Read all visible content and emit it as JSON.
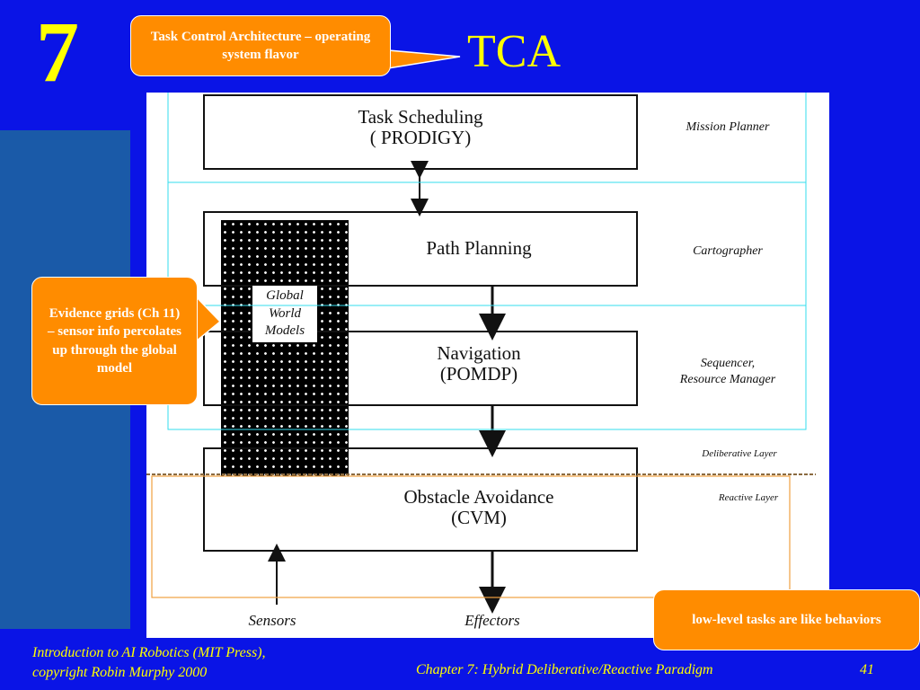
{
  "slide": {
    "chapter_number": "7",
    "title": "TCA",
    "page_number": "41"
  },
  "callouts": {
    "tca": "Task Control Architecture – operating system flavor",
    "evidence": "Evidence grids (Ch 11) – sensor info percolates up through the global model",
    "lowlevel": "low-level tasks are like behaviors"
  },
  "diagram": {
    "boxes": {
      "task_scheduling": {
        "line1": "Task Scheduling",
        "line2": "( PRODIGY)"
      },
      "path_planning": {
        "line1": "Path Planning"
      },
      "navigation": {
        "line1": "Navigation",
        "line2": "(POMDP)"
      },
      "obstacle_avoidance": {
        "line1": "Obstacle Avoidance",
        "line2": "(CVM)"
      }
    },
    "roles": {
      "mission_planner": "Mission Planner",
      "cartographer": "Cartographer",
      "sequencer": "Sequencer,",
      "resource_manager": "Resource Manager",
      "deliberative_layer": "Deliberative Layer",
      "reactive_layer": "Reactive Layer"
    },
    "global_world_models": [
      "Global",
      "World",
      "Models"
    ],
    "sensors": "Sensors",
    "effectors": "Effectors"
  },
  "footer": {
    "left_line1": "Introduction to AI Robotics (MIT Press),",
    "left_line2": "copyright Robin Murphy 2000",
    "chapter": "Chapter 7: Hybrid Deliberative/Reactive Paradigm"
  },
  "colors": {
    "background": "#0a14e6",
    "accent_yellow": "#ffff00",
    "callout_orange": "#ff8c00",
    "side_bar": "#1a5aa8",
    "cyan_guides": "#33ddee",
    "orange_guide": "#f0a040"
  }
}
